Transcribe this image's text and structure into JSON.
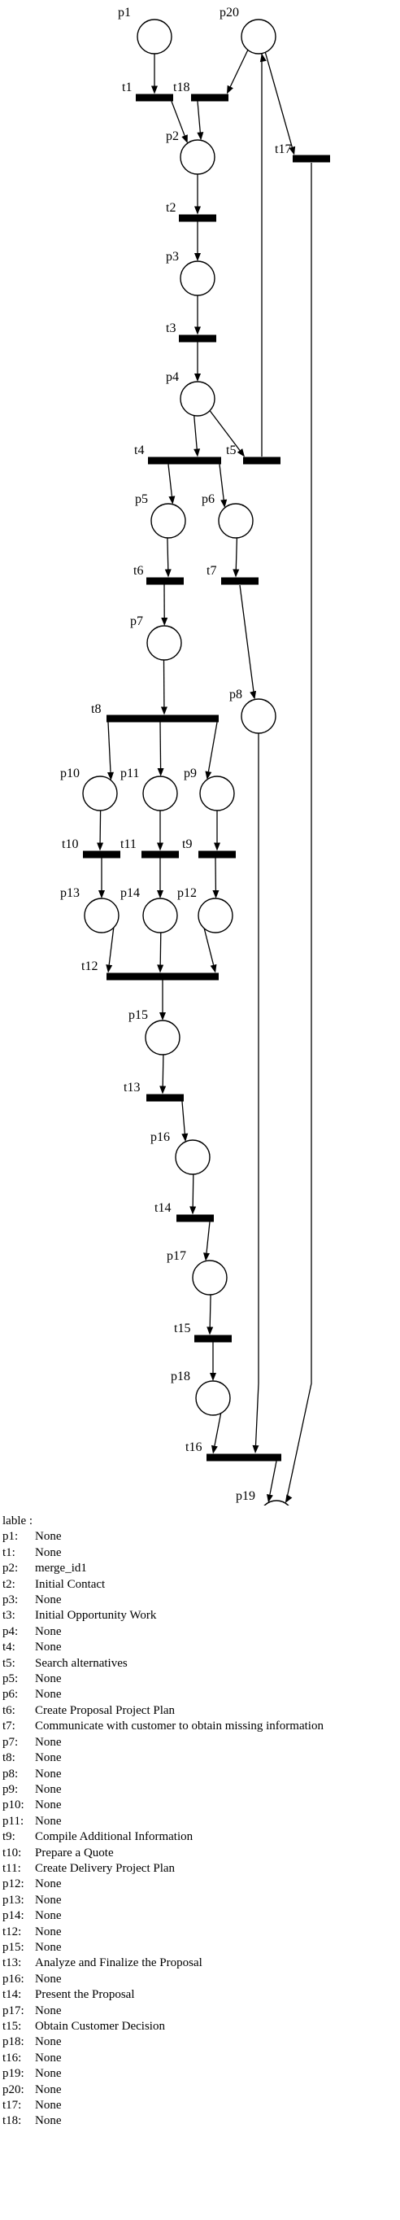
{
  "places": [
    {
      "id": "p1",
      "label": "p1"
    },
    {
      "id": "p2",
      "label": "p2"
    },
    {
      "id": "p3",
      "label": "p3"
    },
    {
      "id": "p4",
      "label": "p4"
    },
    {
      "id": "p5",
      "label": "p5"
    },
    {
      "id": "p6",
      "label": "p6"
    },
    {
      "id": "p7",
      "label": "p7"
    },
    {
      "id": "p8",
      "label": "p8"
    },
    {
      "id": "p9",
      "label": "p9"
    },
    {
      "id": "p10",
      "label": "p10"
    },
    {
      "id": "p11",
      "label": "p11"
    },
    {
      "id": "p12",
      "label": "p12"
    },
    {
      "id": "p13",
      "label": "p13"
    },
    {
      "id": "p14",
      "label": "p14"
    },
    {
      "id": "p15",
      "label": "p15"
    },
    {
      "id": "p16",
      "label": "p16"
    },
    {
      "id": "p17",
      "label": "p17"
    },
    {
      "id": "p18",
      "label": "p18"
    },
    {
      "id": "p19",
      "label": "p19"
    },
    {
      "id": "p20",
      "label": "p20"
    }
  ],
  "transitions": [
    {
      "id": "t1",
      "label": "t1"
    },
    {
      "id": "t2",
      "label": "t2"
    },
    {
      "id": "t3",
      "label": "t3"
    },
    {
      "id": "t4",
      "label": "t4"
    },
    {
      "id": "t5",
      "label": "t5"
    },
    {
      "id": "t6",
      "label": "t6"
    },
    {
      "id": "t7",
      "label": "t7"
    },
    {
      "id": "t8",
      "label": "t8"
    },
    {
      "id": "t9",
      "label": "t9"
    },
    {
      "id": "t10",
      "label": "t10"
    },
    {
      "id": "t11",
      "label": "t11"
    },
    {
      "id": "t12",
      "label": "t12"
    },
    {
      "id": "t13",
      "label": "t13"
    },
    {
      "id": "t14",
      "label": "t14"
    },
    {
      "id": "t15",
      "label": "t15"
    },
    {
      "id": "t16",
      "label": "t16"
    },
    {
      "id": "t17",
      "label": "t17"
    },
    {
      "id": "t18",
      "label": "t18"
    }
  ],
  "arcs": [
    [
      "p1",
      "t1"
    ],
    [
      "t1",
      "p2"
    ],
    [
      "p20",
      "t18"
    ],
    [
      "t18",
      "p2"
    ],
    [
      "p20",
      "t17"
    ],
    [
      "p2",
      "t2"
    ],
    [
      "t2",
      "p3"
    ],
    [
      "p3",
      "t3"
    ],
    [
      "t3",
      "p4"
    ],
    [
      "p4",
      "t4"
    ],
    [
      "p4",
      "t5"
    ],
    [
      "t5",
      "p20"
    ],
    [
      "t4",
      "p5"
    ],
    [
      "t4",
      "p6"
    ],
    [
      "p5",
      "t6"
    ],
    [
      "t6",
      "p7"
    ],
    [
      "p6",
      "t7"
    ],
    [
      "t7",
      "p8"
    ],
    [
      "p7",
      "t8"
    ],
    [
      "t8",
      "p10"
    ],
    [
      "t8",
      "p11"
    ],
    [
      "t8",
      "p9"
    ],
    [
      "p10",
      "t10"
    ],
    [
      "p11",
      "t11"
    ],
    [
      "p9",
      "t9"
    ],
    [
      "t10",
      "p13"
    ],
    [
      "t11",
      "p14"
    ],
    [
      "t9",
      "p12"
    ],
    [
      "p13",
      "t12"
    ],
    [
      "p14",
      "t12"
    ],
    [
      "p12",
      "t12"
    ],
    [
      "t12",
      "p15"
    ],
    [
      "p15",
      "t13"
    ],
    [
      "t13",
      "p16"
    ],
    [
      "p16",
      "t14"
    ],
    [
      "t14",
      "p17"
    ],
    [
      "p17",
      "t15"
    ],
    [
      "t15",
      "p18"
    ],
    [
      "p18",
      "t16"
    ],
    [
      "p8",
      "t16"
    ],
    [
      "t16",
      "p19"
    ],
    [
      "t17",
      "p19"
    ]
  ],
  "legend": {
    "heading": "lable :",
    "entries": [
      {
        "key": "p1:",
        "value": "None"
      },
      {
        "key": "t1:",
        "value": "None"
      },
      {
        "key": "p2:",
        "value": "merge_id1"
      },
      {
        "key": "t2:",
        "value": "Initial Contact"
      },
      {
        "key": "p3:",
        "value": "None"
      },
      {
        "key": "t3:",
        "value": "Initial Opportunity Work"
      },
      {
        "key": "p4:",
        "value": "None"
      },
      {
        "key": "t4:",
        "value": "None"
      },
      {
        "key": "t5:",
        "value": "Search alternatives"
      },
      {
        "key": "p5:",
        "value": "None"
      },
      {
        "key": "p6:",
        "value": "None"
      },
      {
        "key": "t6:",
        "value": "Create Proposal Project Plan"
      },
      {
        "key": "t7:",
        "value": "Communicate with customer to obtain missing information"
      },
      {
        "key": "p7:",
        "value": "None"
      },
      {
        "key": "t8:",
        "value": "None"
      },
      {
        "key": "p8:",
        "value": "None"
      },
      {
        "key": "p9:",
        "value": "None"
      },
      {
        "key": "p10:",
        "value": "None"
      },
      {
        "key": "p11:",
        "value": "None"
      },
      {
        "key": "t9:",
        "value": "Compile Additional Information"
      },
      {
        "key": "t10:",
        "value": "Prepare a Quote"
      },
      {
        "key": "t11:",
        "value": "Create Delivery Project Plan"
      },
      {
        "key": "p12:",
        "value": "None"
      },
      {
        "key": "p13:",
        "value": "None"
      },
      {
        "key": "p14:",
        "value": "None"
      },
      {
        "key": "t12:",
        "value": "None"
      },
      {
        "key": "p15:",
        "value": "None"
      },
      {
        "key": "t13:",
        "value": "Analyze and Finalize the Proposal"
      },
      {
        "key": "p16:",
        "value": "None"
      },
      {
        "key": "t14:",
        "value": "Present the Proposal"
      },
      {
        "key": "p17:",
        "value": "None"
      },
      {
        "key": "t15:",
        "value": "Obtain Customer Decision"
      },
      {
        "key": "p18:",
        "value": "None"
      },
      {
        "key": "t16:",
        "value": "None"
      },
      {
        "key": "p19:",
        "value": "None"
      },
      {
        "key": "p20:",
        "value": "None"
      },
      {
        "key": "t17:",
        "value": "None"
      },
      {
        "key": "t18:",
        "value": "None"
      }
    ]
  }
}
